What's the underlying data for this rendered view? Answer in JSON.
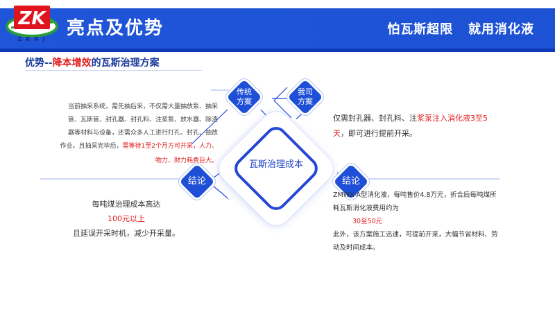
{
  "header": {
    "logo_text": "ZK",
    "logo_sub": "ZKRJ",
    "title": "亮点及优势",
    "slogan": "怕瓦斯超限   就用消化液",
    "colors": {
      "band": "#1f55d8",
      "accent_red": "#e11b1b",
      "logo_red": "#e0141c",
      "logo_green": "#2a9d3a"
    }
  },
  "subtitle": {
    "part1": "优势--",
    "part2": "降本增效",
    "part3": "的瓦斯治理方案"
  },
  "center": {
    "label": "瓦斯治理成本"
  },
  "badges": {
    "traditional": "传统方案",
    "ours": "我司方案",
    "conclusion_left": "结论",
    "conclusion_right": "结论"
  },
  "traditional_text": {
    "line1": "当前抽采系统，需先抽后采，不仅需大量抽放泵、抽采",
    "line2": "管、瓦斯管、封孔器、封孔料、注浆泵、放水器、除渣",
    "line3": "器等材料与设备，还需众多人工进行打孔、封孔、抽放",
    "line4a": "作业。且抽采完毕后，",
    "line4b": "需等待1至2个月方可开采，人力、",
    "line5": "物力、财力耗费巨大。"
  },
  "our_text": {
    "line1a": "仅需封孔器、封孔料、注",
    "line1b": "浆泵注入消化液3至5",
    "line2a": "天",
    "line2b": "，即可进行提前开采。"
  },
  "conclusion_left_text": {
    "line1": "每吨煤治理成本高达",
    "line2": "100元以上",
    "line3": "且延误开采时机，减少开采量。"
  },
  "conclusion_right_text": {
    "line1": "ZMWX-A型消化液，每吨售价4.8万元，折合后每吨煤所",
    "line2": "耗瓦斯消化液费用约为",
    "line3": "30至50元",
    "line4": "此外，该方案施工迅速，可提前开采，大幅节省材料、劳",
    "line5": "动及时间成本。"
  }
}
